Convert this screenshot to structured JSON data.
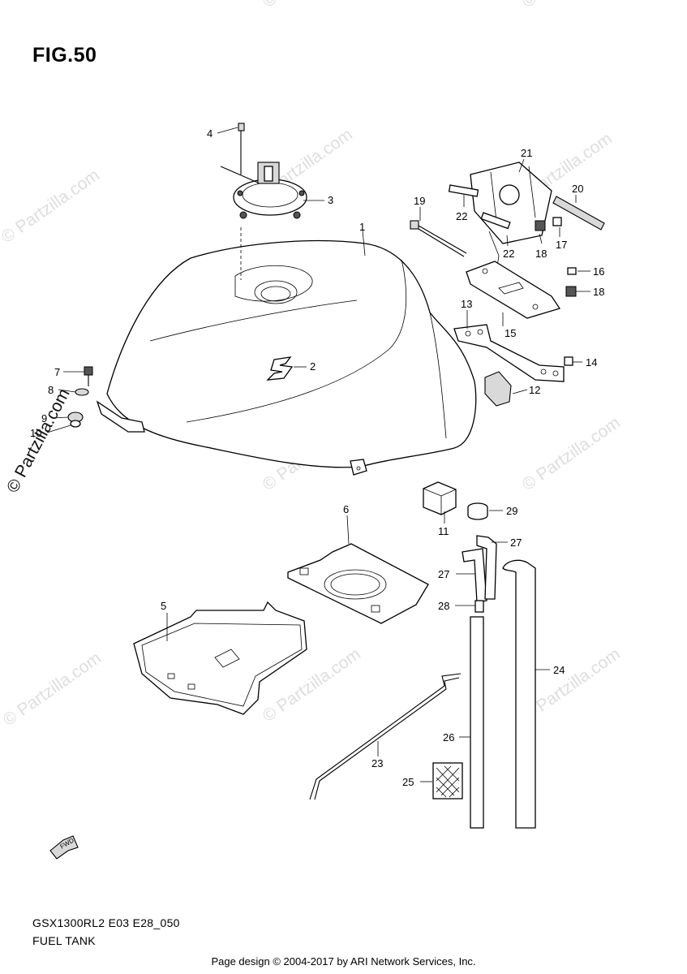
{
  "figure": {
    "title": "FIG.50",
    "model_code": "GSX1300RL2 E03 E28_050",
    "section_name": "FUEL TANK"
  },
  "credit": "Page design © 2004-2017 by ARI Network Services, Inc.",
  "watermark": "© Partzilla.com",
  "fwd_label": "FWD",
  "callouts": [
    {
      "key": "c1",
      "label": "1"
    },
    {
      "key": "c2",
      "label": "2"
    },
    {
      "key": "c3",
      "label": "3"
    },
    {
      "key": "c4",
      "label": "4"
    },
    {
      "key": "c5",
      "label": "5"
    },
    {
      "key": "c6",
      "label": "6"
    },
    {
      "key": "c7",
      "label": "7"
    },
    {
      "key": "c8",
      "label": "8"
    },
    {
      "key": "c9",
      "label": "9"
    },
    {
      "key": "c10",
      "label": "10"
    },
    {
      "key": "c11",
      "label": "11"
    },
    {
      "key": "c12",
      "label": "12"
    },
    {
      "key": "c13",
      "label": "13"
    },
    {
      "key": "c14",
      "label": "14"
    },
    {
      "key": "c15",
      "label": "15"
    },
    {
      "key": "c16",
      "label": "16"
    },
    {
      "key": "c17",
      "label": "17"
    },
    {
      "key": "c18a",
      "label": "18"
    },
    {
      "key": "c18b",
      "label": "18"
    },
    {
      "key": "c19",
      "label": "19"
    },
    {
      "key": "c20",
      "label": "20"
    },
    {
      "key": "c21",
      "label": "21"
    },
    {
      "key": "c22a",
      "label": "22"
    },
    {
      "key": "c22b",
      "label": "22"
    },
    {
      "key": "c23",
      "label": "23"
    },
    {
      "key": "c24",
      "label": "24"
    },
    {
      "key": "c25",
      "label": "25"
    },
    {
      "key": "c26",
      "label": "26"
    },
    {
      "key": "c27a",
      "label": "27"
    },
    {
      "key": "c27b",
      "label": "27"
    },
    {
      "key": "c28",
      "label": "28"
    },
    {
      "key": "c29",
      "label": "29"
    }
  ]
}
